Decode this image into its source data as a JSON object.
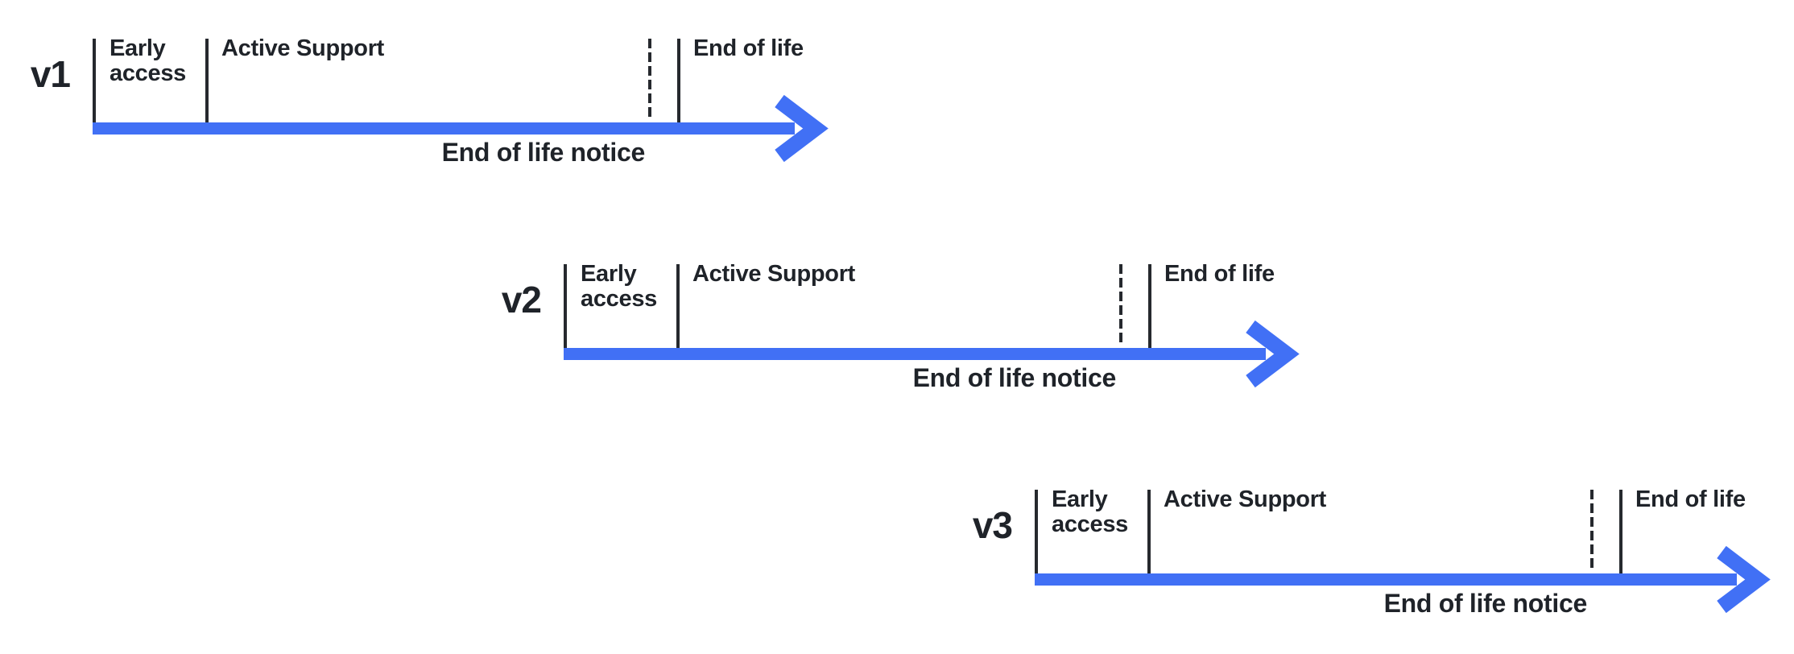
{
  "figure": {
    "background": "#ffffff",
    "colors": {
      "accent": "#4170F5",
      "line": "#26292E",
      "text": "#1F2329"
    },
    "timelines": [
      {
        "version": "v1",
        "phases": {
          "early_access": "Early access",
          "active_support": "Active Support",
          "end_of_life": "End of life"
        },
        "notice": "End of life notice"
      },
      {
        "version": "v2",
        "phases": {
          "early_access": "Early access",
          "active_support": "Active Support",
          "end_of_life": "End of life"
        },
        "notice": "End of life notice"
      },
      {
        "version": "v3",
        "phases": {
          "early_access": "Early access",
          "active_support": "Active Support",
          "end_of_life": "End of life"
        },
        "notice": "End of life notice"
      }
    ]
  }
}
